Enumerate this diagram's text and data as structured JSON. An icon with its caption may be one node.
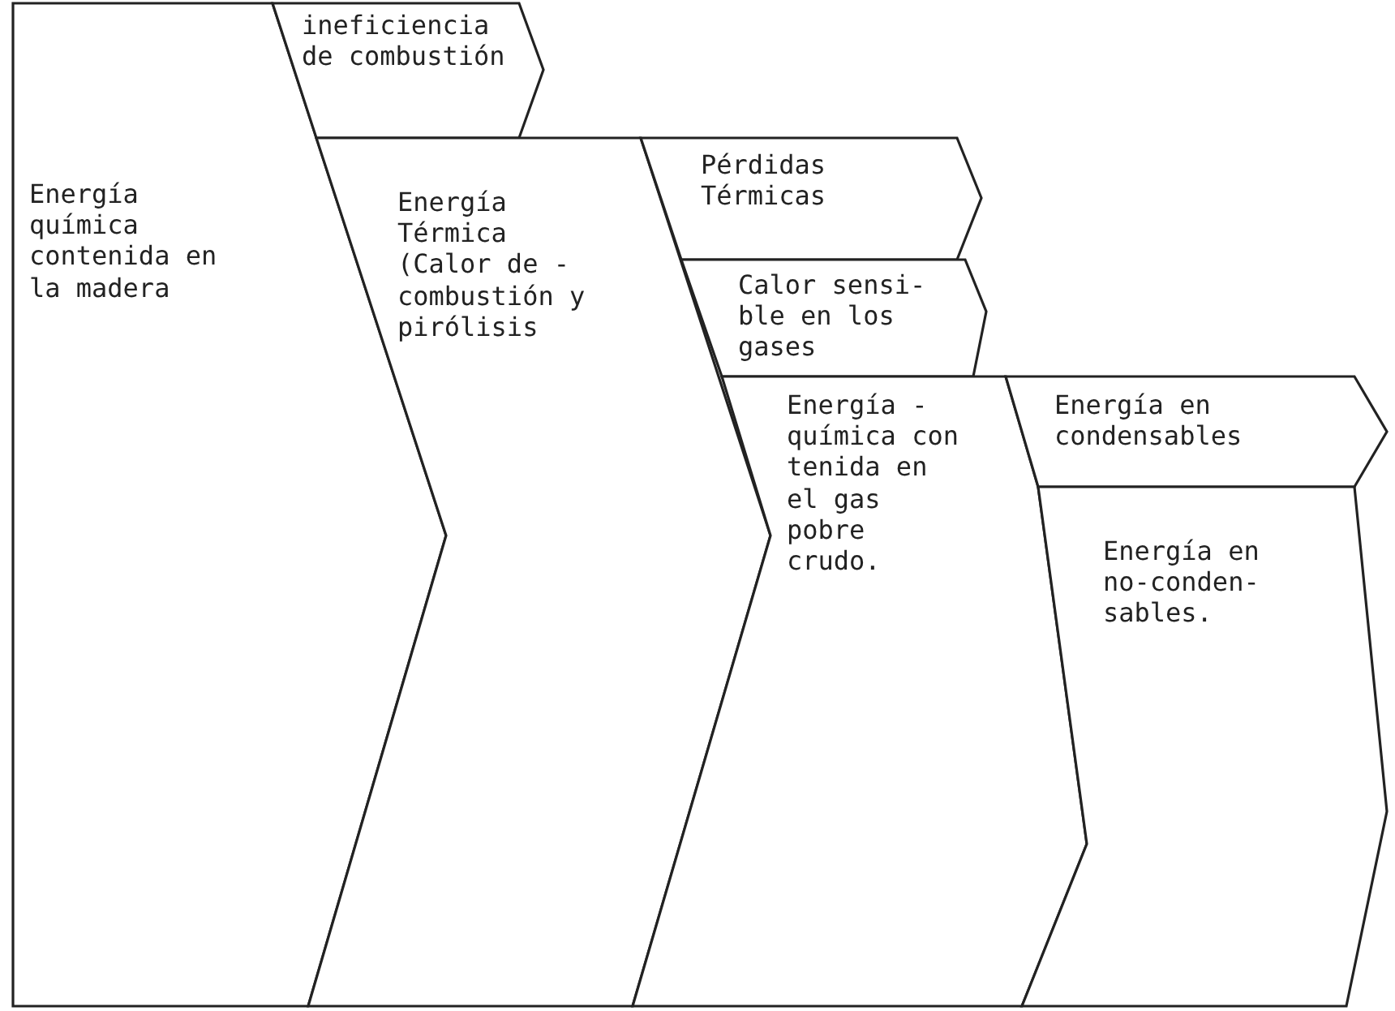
{
  "diagram": {
    "nodes": [
      {
        "text": [
          "Energía química contenida en la madera"
        ]
      },
      {
        "text": [
          "ineficiencia de combustión"
        ]
      },
      {
        "text": [
          "Energía Térmica (Calor de - combustión y pirólisis"
        ]
      },
      {
        "text": [
          "Pérdidas Térmicas"
        ]
      },
      {
        "text": [
          "Calor sensi- ble en los gases"
        ]
      },
      {
        "text": [
          "Energía - química con tenida en el gas pobre crudo."
        ]
      },
      {
        "text": [
          "Energía en condensables"
        ]
      },
      {
        "text": [
          "Energía en no-conden- sables."
        ]
      }
    ]
  }
}
